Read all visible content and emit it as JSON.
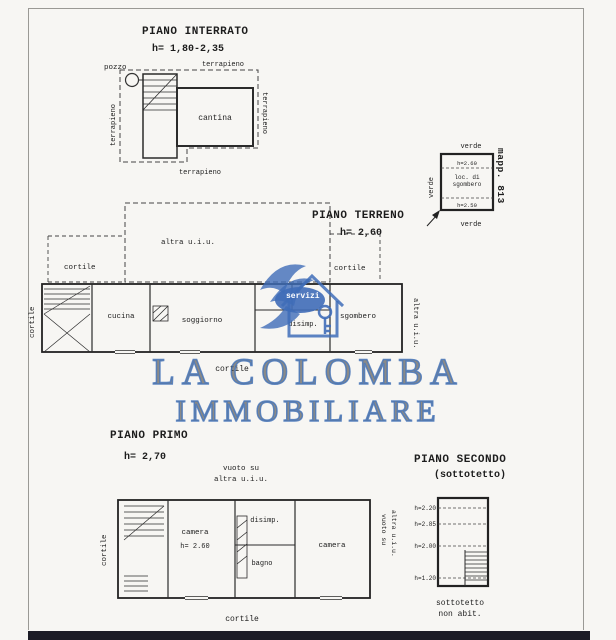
{
  "watermark": {
    "line1": "LA COLOMBA",
    "line2": "IMMOBILIARE",
    "brand_color": "#3f6db8"
  },
  "stamp": {
    "mapp": "mapp. 813"
  },
  "basement": {
    "title": "PIANO INTERRATO",
    "height": "h= 1,80-2,35",
    "pozzo": "pozzo",
    "cantina": "cantina",
    "terrapieno_top": "terrapieno",
    "terrapieno_left": "terrapieno",
    "terrapieno_right": "terrapieno",
    "terrapieno_bottom": "terrapieno"
  },
  "annex": {
    "verde_top": "verde",
    "verde_left": "verde",
    "verde_bottom": "verde",
    "h_top": "h=2.60",
    "name_line1": "loc. di",
    "name_line2": "sgombero",
    "h_bottom": "h=2.50"
  },
  "ground": {
    "title": "PIANO TERRENO",
    "height": "h= 2,60",
    "altra_uiu": "altra u.i.u.",
    "cortile_upper_left": "cortile",
    "cortile_upper_right": "cortile",
    "cortile_left": "cortile",
    "cucina": "cucina",
    "soggiorno": "soggiorno",
    "servizi": "servizi",
    "disimp": "disimp.",
    "sgombero": "sgombero",
    "altra_uiu_right": "altra u.i.u.",
    "cortile_bottom": "cortile"
  },
  "first": {
    "title": "PIANO PRIMO",
    "height": "h= 2,70",
    "vuoto_line1": "vuoto su",
    "vuoto_line2": "altra u.i.u.",
    "camera1": "camera",
    "camera1_h": "h= 2.60",
    "disimp": "disimp.",
    "bagno": "bagno",
    "camera2": "camera",
    "cortile_left": "cortile",
    "vuoto_right_line1": "vuoto su",
    "vuoto_right_line2": "altra u.i.u.",
    "cortile_bottom": "cortile"
  },
  "second": {
    "title": "PIANO SECONDO",
    "subtitle": "(sottotetto)",
    "h1": "h=2.20",
    "h2": "h=2.85",
    "h3": "h=2.00",
    "h4": "h=1.20",
    "caption_line1": "sottotetto",
    "caption_line2": "non abit."
  }
}
